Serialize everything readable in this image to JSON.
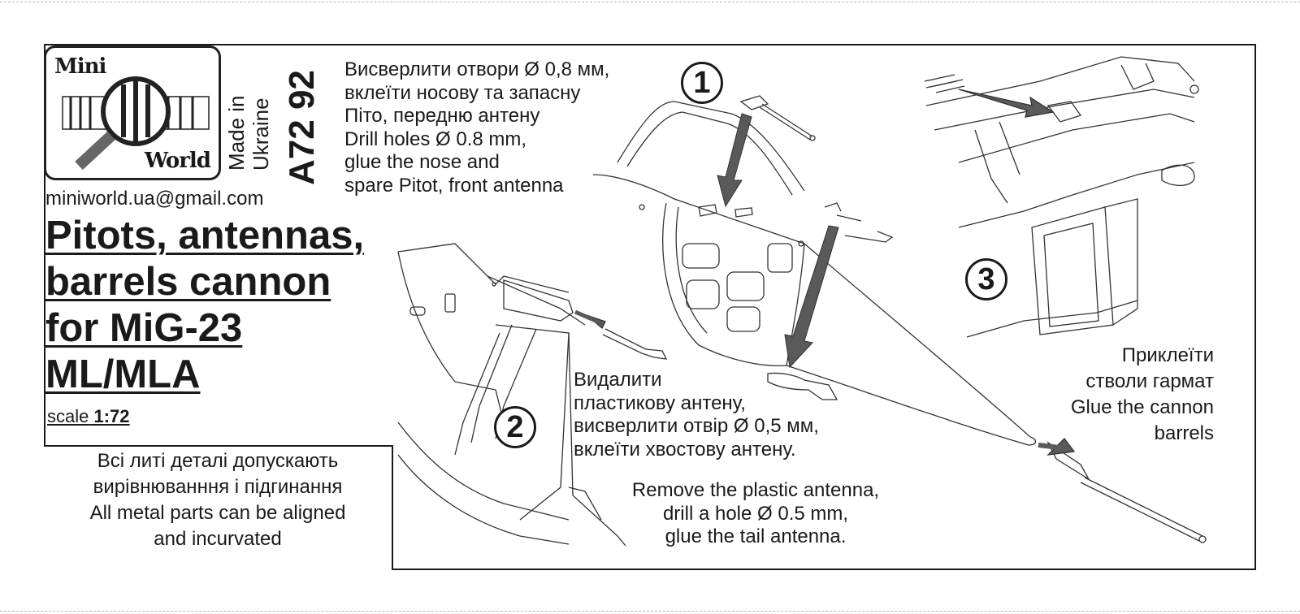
{
  "brand": {
    "logo_top": "Mini",
    "logo_bottom": "World",
    "made_in_line1": "Made in",
    "made_in_line2": "Ukraine",
    "product_code": "A72 92",
    "email": "miniworld.ua@gmail.com"
  },
  "title": {
    "line1": "Pitots, antennas,",
    "line2": "barrels cannon",
    "line3": "for MiG-23",
    "line4": "ML/MLA"
  },
  "scale": {
    "label": "scale",
    "value": "1:72"
  },
  "note": {
    "line1": "Всі литі деталі допускають",
    "line2": "вирівнюванння і підгинання",
    "line3": "All metal parts can be aligned",
    "line4": "and incurvated"
  },
  "steps": [
    {
      "number": "1",
      "lines": [
        "Висверлити отвори Ø 0,8 мм,",
        "вклеїти носову та запасну",
        "Піто, передню антену",
        "Drill holes Ø 0.8 mm,",
        "glue the nose and",
        "spare Pitot, front antenna"
      ]
    },
    {
      "number": "2",
      "lines": [
        "Видалити",
        "пластикову антену,",
        "висверлити отвір Ø 0,5 мм,",
        "вклеїти хвостову антену."
      ],
      "lines_en": [
        "Remove the plastic antenna,",
        "drill a hole Ø 0.5 mm,",
        "glue the tail antenna."
      ]
    },
    {
      "number": "3",
      "lines": [
        "Приклеїти",
        "стволи гармат",
        "Glue the cannon",
        "barrels"
      ]
    }
  ],
  "colors": {
    "ink": "#1a1a1a",
    "arrow": "#5a5a5a",
    "line": "#333333"
  }
}
